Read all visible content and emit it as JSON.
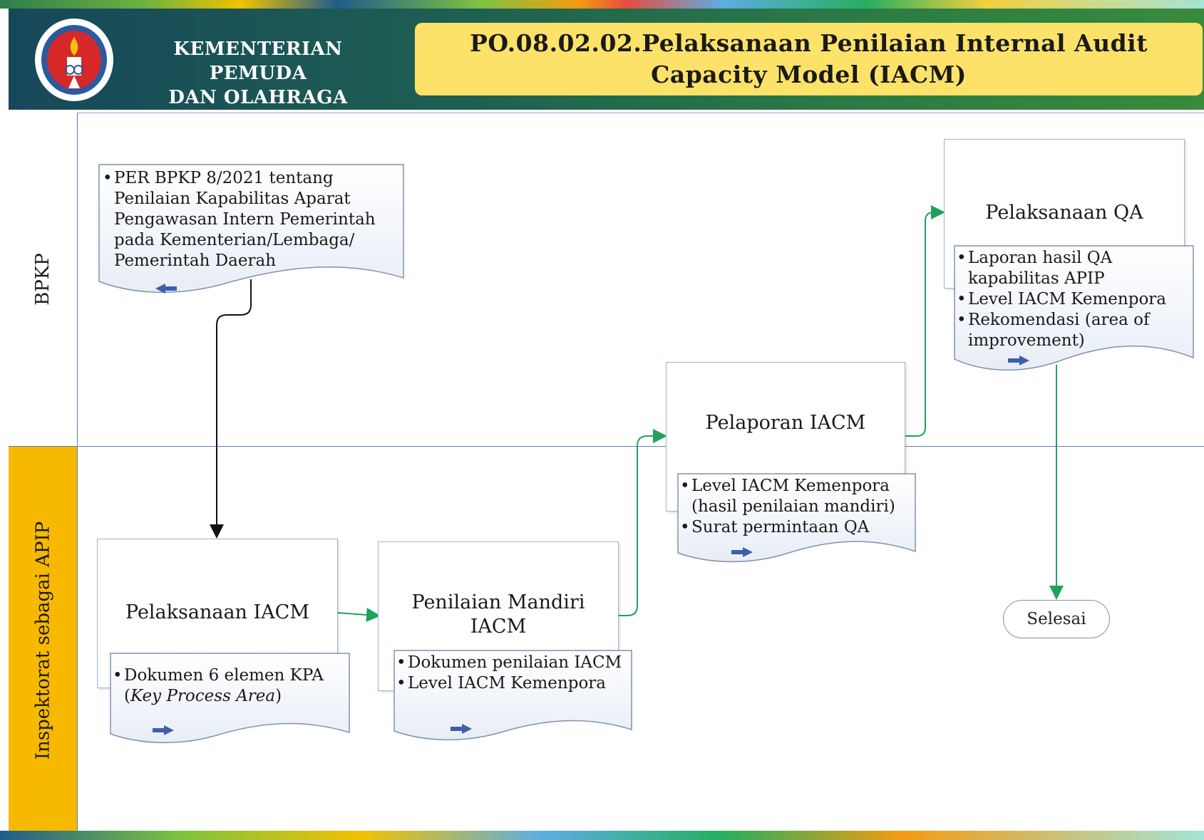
{
  "header": {
    "org_line1": "KEMENTERIAN PEMUDA",
    "org_line2": "DAN OLAHRAGA",
    "title_line1": "PO.08.02.02.Pelaksanaan Penilaian Internal Audit",
    "title_line2": "Capacity Model (IACM)",
    "colors": {
      "band": "#1d5d52",
      "title_bg": "#fde26a",
      "lane2": "#f7b800"
    }
  },
  "lanes": [
    {
      "label": "BPKP"
    },
    {
      "label": "Inspektorat sebagai APIP"
    }
  ],
  "documents": {
    "per_bpkp": [
      "PER BPKP 8/2021 tentang Penilaian Kapabilitas Aparat Pengawasan Intern Pemerintah pada Kementerian/Lembaga/ Pemerintah Daerah"
    ],
    "pelaksanaan_iacm": {
      "line1": "Dokumen 6 elemen KPA",
      "line2": "Key Process Area"
    },
    "penilaian_mandiri": [
      "Dokumen penilaian IACM",
      "Level IACM Kemenpora"
    ],
    "pelaporan": [
      "Level IACM Kemenpora (hasil penilaian mandiri)",
      "Surat permintaan QA"
    ],
    "qa": [
      "Laporan hasil QA kapabilitas APIP",
      "Level IACM Kemenpora",
      "Rekomendasi (area of improvement)"
    ]
  },
  "processes": {
    "pelaksanaan_iacm": "Pelaksanaan IACM",
    "penilaian_mandiri_1": "Penilaian Mandiri",
    "penilaian_mandiri_2": "IACM",
    "pelaporan": "Pelaporan IACM",
    "qa": "Pelaksanaan QA"
  },
  "terminal": "Selesai",
  "icons": [
    "logo-emblem",
    "flow-arrow-icon"
  ]
}
